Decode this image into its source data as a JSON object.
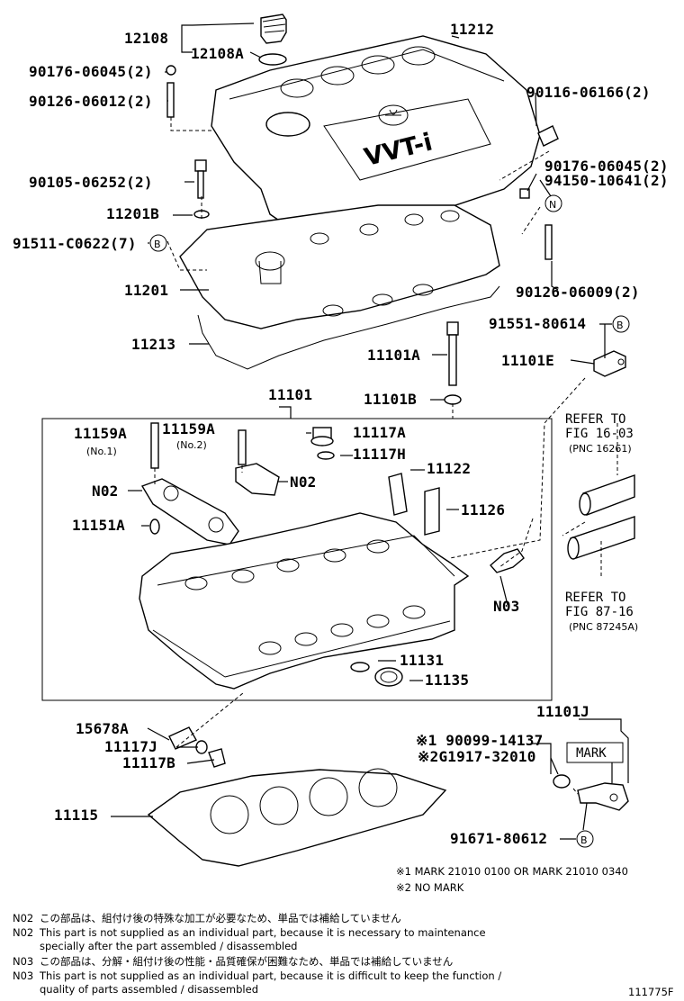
{
  "labels": {
    "p12108": "12108",
    "p12108A": "12108A",
    "p11212": "11212",
    "p90176_1": "90176-06045(2)",
    "p90126_1": "90126-06012(2)",
    "p90116": "90116-06166(2)",
    "p90176_2": "90176-06045(2)",
    "p94150": "94150-10641(2)",
    "p90105": "90105-06252(2)",
    "p11201B": "11201B",
    "p91511": "91511-C0622(7)",
    "p11201": "11201",
    "p90126_2": "90126-06009(2)",
    "p91551": "91551-80614",
    "p11213": "11213",
    "p11101A": "11101A",
    "p11101E": "11101E",
    "p11101B": "11101B",
    "p11101": "11101",
    "p11159A_1": "11159A",
    "p11159A_2": "11159A",
    "no1": "(No.1)",
    "no2": "(No.2)",
    "p11117A": "11117A",
    "p11117H": "11117H",
    "p11122": "11122",
    "n02a": "N02",
    "n02b": "N02",
    "p11126": "11126",
    "p11151A": "11151A",
    "n03": "N03",
    "p11131": "11131",
    "p11135": "11135",
    "p11101J": "11101J",
    "p15678A": "15678A",
    "p90099": "※1 90099-14137",
    "p11117J": "11117J",
    "pG1917": "※2G1917-32010",
    "p11117B": "11117B",
    "mark": "MARK",
    "p11115": "11115",
    "p91671": "91671-80612",
    "vvti": "VVT-i",
    "circ_b": "B",
    "circ_n": "N"
  },
  "refs": {
    "ref1_l1": "REFER TO",
    "ref1_l2": "FIG 16-03",
    "ref1_l3": "(PNC 16261)",
    "ref2_l1": "REFER TO",
    "ref2_l2": "FIG 87-16",
    "ref2_l3": "(PNC 87245A)"
  },
  "footnotes": {
    "mark1": "※1 MARK 21010 0100 OR MARK 21010 0340",
    "mark2": "※2 NO MARK"
  },
  "notes": [
    {
      "code": "N02",
      "text": "この部品は、組付け後の特殊な加工が必要なため、単品では補給していません"
    },
    {
      "code": "N02",
      "text": "This part is not supplied as an individual part, because it is necessary to maintenance"
    },
    {
      "code": "",
      "text": "specially after the part assembled / disassembled"
    },
    {
      "code": "N03",
      "text": "この部品は、分解・組付け後の性能・品質確保が困難なため、単品では補給していません"
    },
    {
      "code": "N03",
      "text": "This part is not supplied as an individual part, because it is difficult to keep the function /"
    },
    {
      "code": "",
      "text": "quality of parts  assembled / disassembled"
    }
  ],
  "figure_id": "111775F"
}
